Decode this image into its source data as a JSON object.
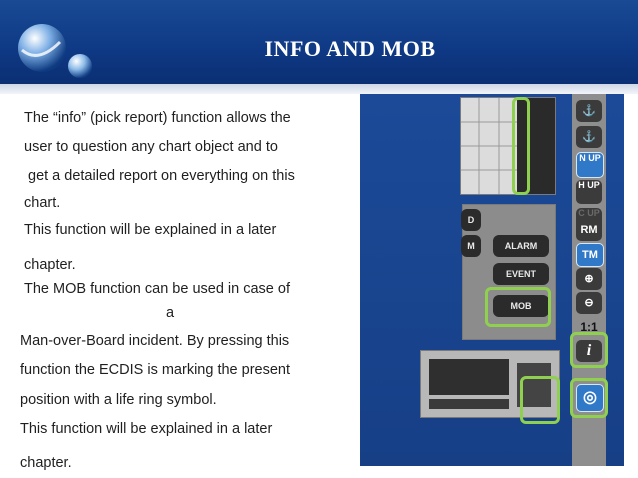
{
  "slide": {
    "title": "INFO AND MOB",
    "paragraphs": [
      "The “info” (pick report) function allows the",
      "user to question any chart object and to",
      "get a detailed report on everything on this",
      "chart.",
      "This function will be explained in a later",
      "chapter.",
      "The MOB function can be used in case of",
      "a",
      "Man-over-Board incident. By pressing this",
      "function the ECDIS is marking the present",
      "position with a life ring symbol.",
      "This function will be explained in a later",
      "chapter."
    ]
  },
  "keypad": {
    "key_d": "D",
    "key_m": "M",
    "alarm": "ALARM",
    "event": "EVENT",
    "mob": "MOB"
  },
  "toolbar": {
    "n_up": "N UP",
    "h_up": "H UP",
    "c_up": "C UP",
    "rm": "RM",
    "tm": "TM",
    "one_to_one": "1:1",
    "info": "i"
  },
  "colors": {
    "header": "#0f3a86",
    "panel": "#1c4a98",
    "highlight": "#8fd14f"
  }
}
